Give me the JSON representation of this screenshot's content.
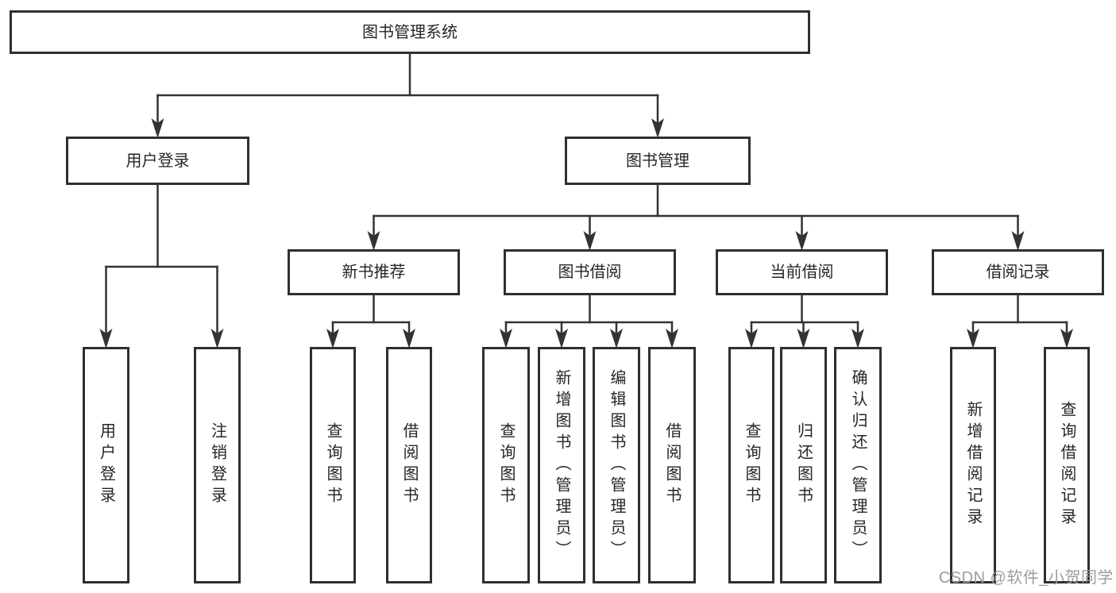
{
  "tree": {
    "id": "root",
    "label": "图书管理系统",
    "children": [
      {
        "id": "user-login",
        "label": "用户登录",
        "children": [
          {
            "id": "login-op",
            "label": "用户登录",
            "vertical": true
          },
          {
            "id": "logout-op",
            "label": "注销登录",
            "vertical": true
          }
        ]
      },
      {
        "id": "book-mgmt",
        "label": "图书管理",
        "children": [
          {
            "id": "new-book-rec",
            "label": "新书推荐",
            "children": [
              {
                "id": "nbr-query",
                "label": "查询图书",
                "vertical": true
              },
              {
                "id": "nbr-borrow",
                "label": "借阅图书",
                "vertical": true
              }
            ]
          },
          {
            "id": "book-borrow",
            "label": "图书借阅",
            "children": [
              {
                "id": "bb-query",
                "label": "查询图书",
                "vertical": true
              },
              {
                "id": "bb-add",
                "label": "新增图书（管理员）",
                "vertical": true
              },
              {
                "id": "bb-edit",
                "label": "编辑图书（管理员）",
                "vertical": true
              },
              {
                "id": "bb-borrow",
                "label": "借阅图书",
                "vertical": true
              }
            ]
          },
          {
            "id": "current-borrow",
            "label": "当前借阅",
            "children": [
              {
                "id": "cb-query",
                "label": "查询图书",
                "vertical": true
              },
              {
                "id": "cb-return",
                "label": "归还图书",
                "vertical": true
              },
              {
                "id": "cb-confirm",
                "label": "确认归还（管理员）",
                "vertical": true
              }
            ]
          },
          {
            "id": "borrow-records",
            "label": "借阅记录",
            "children": [
              {
                "id": "br-add",
                "label": "新增借阅记录",
                "vertical": true
              },
              {
                "id": "br-query",
                "label": "查询借阅记录",
                "vertical": true
              }
            ]
          }
        ]
      }
    ]
  },
  "watermark": {
    "text": "CSDN @软件_小贺同学"
  },
  "colors": {
    "line": "#333333",
    "border": "#2f2f2f",
    "fill": "#ffffff",
    "text": "#262626",
    "watermark": "#9c9c9c"
  }
}
